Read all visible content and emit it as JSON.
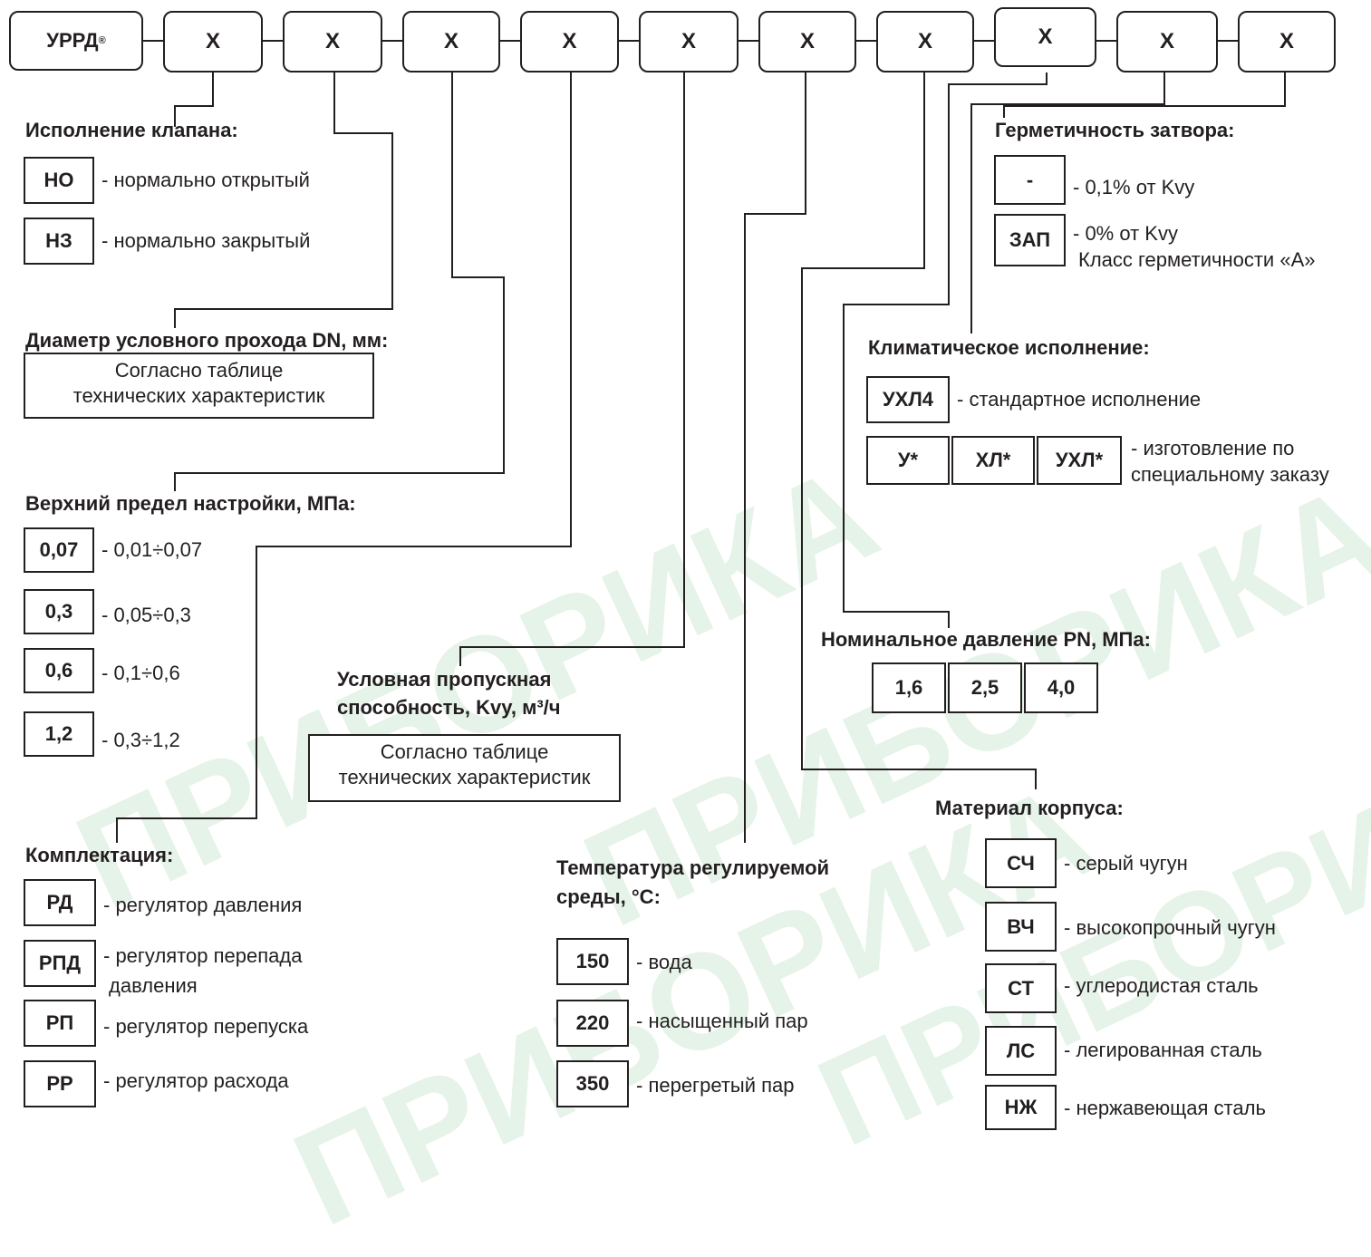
{
  "code": {
    "brand": "УРРД",
    "brand_mark": "®",
    "slots": [
      "X",
      "X",
      "X",
      "X",
      "X",
      "X",
      "X",
      "X",
      "X",
      "X"
    ]
  },
  "watermark": "ПРИБОРИКА",
  "valve": {
    "title": "Исполнение клапана:",
    "options": [
      {
        "code": "НО",
        "desc": "- нормально открытый"
      },
      {
        "code": "НЗ",
        "desc": "- нормально закрытый"
      }
    ]
  },
  "diameter": {
    "title": "Диаметр условного прохода DN, мм:",
    "note_line1": "Согласно таблице",
    "note_line2": "технических характеристик"
  },
  "upper_limit": {
    "title": "Верхний предел настройки, МПа:",
    "options": [
      {
        "code": "0,07",
        "desc": "- 0,01÷0,07"
      },
      {
        "code": "0,3",
        "desc": "- 0,05÷0,3"
      },
      {
        "code": "0,6",
        "desc": "- 0,1÷0,6"
      },
      {
        "code": "1,2",
        "desc": "- 0,3÷1,2"
      }
    ]
  },
  "capacity": {
    "title_line1": "Условная пропускная",
    "title_line2": "способность, Kvy, м³/ч",
    "note_line1": "Согласно таблице",
    "note_line2": "технических характеристик"
  },
  "kit": {
    "title": "Комплектация:",
    "options": [
      {
        "code": "РД",
        "desc": "- регулятор давления"
      },
      {
        "code": "РПД",
        "desc": "- регулятор перепада",
        "desc2": "давления"
      },
      {
        "code": "РП",
        "desc": "- регулятор перепуска"
      },
      {
        "code": "РР",
        "desc": "- регулятор расхода"
      }
    ]
  },
  "temperature": {
    "title_line1": "Температура регулируемой",
    "title_line2": "среды, °С:",
    "options": [
      {
        "code": "150",
        "desc": "- вода"
      },
      {
        "code": "220",
        "desc": "- насыщенный пар"
      },
      {
        "code": "350",
        "desc": "- перегретый пар"
      }
    ]
  },
  "tightness": {
    "title": "Герметичность затвора:",
    "options": [
      {
        "code": "-",
        "desc": "- 0,1% от Kvy"
      },
      {
        "code": "ЗАП",
        "desc": "- 0% от Kvy",
        "desc2": "Класс герметичности «А»"
      }
    ]
  },
  "climate": {
    "title": "Климатическое исполнение:",
    "standard": {
      "code": "УХЛ4",
      "desc": "- стандартное исполнение"
    },
    "special_codes": [
      "У*",
      "ХЛ*",
      "УХЛ*"
    ],
    "special_desc1": "- изготовление по",
    "special_desc2": "специальному заказу"
  },
  "pressure": {
    "title": "Номинальное давление PN, МПа:",
    "values": [
      "1,6",
      "2,5",
      "4,0"
    ]
  },
  "material": {
    "title": "Материал корпуса:",
    "options": [
      {
        "code": "СЧ",
        "desc": "- серый чугун"
      },
      {
        "code": "ВЧ",
        "desc": "- высокопрочный чугун"
      },
      {
        "code": "СТ",
        "desc": "- углеродистая сталь"
      },
      {
        "code": "ЛС",
        "desc": "- легированная сталь"
      },
      {
        "code": "НЖ",
        "desc": "- нержавеющая сталь"
      }
    ]
  }
}
